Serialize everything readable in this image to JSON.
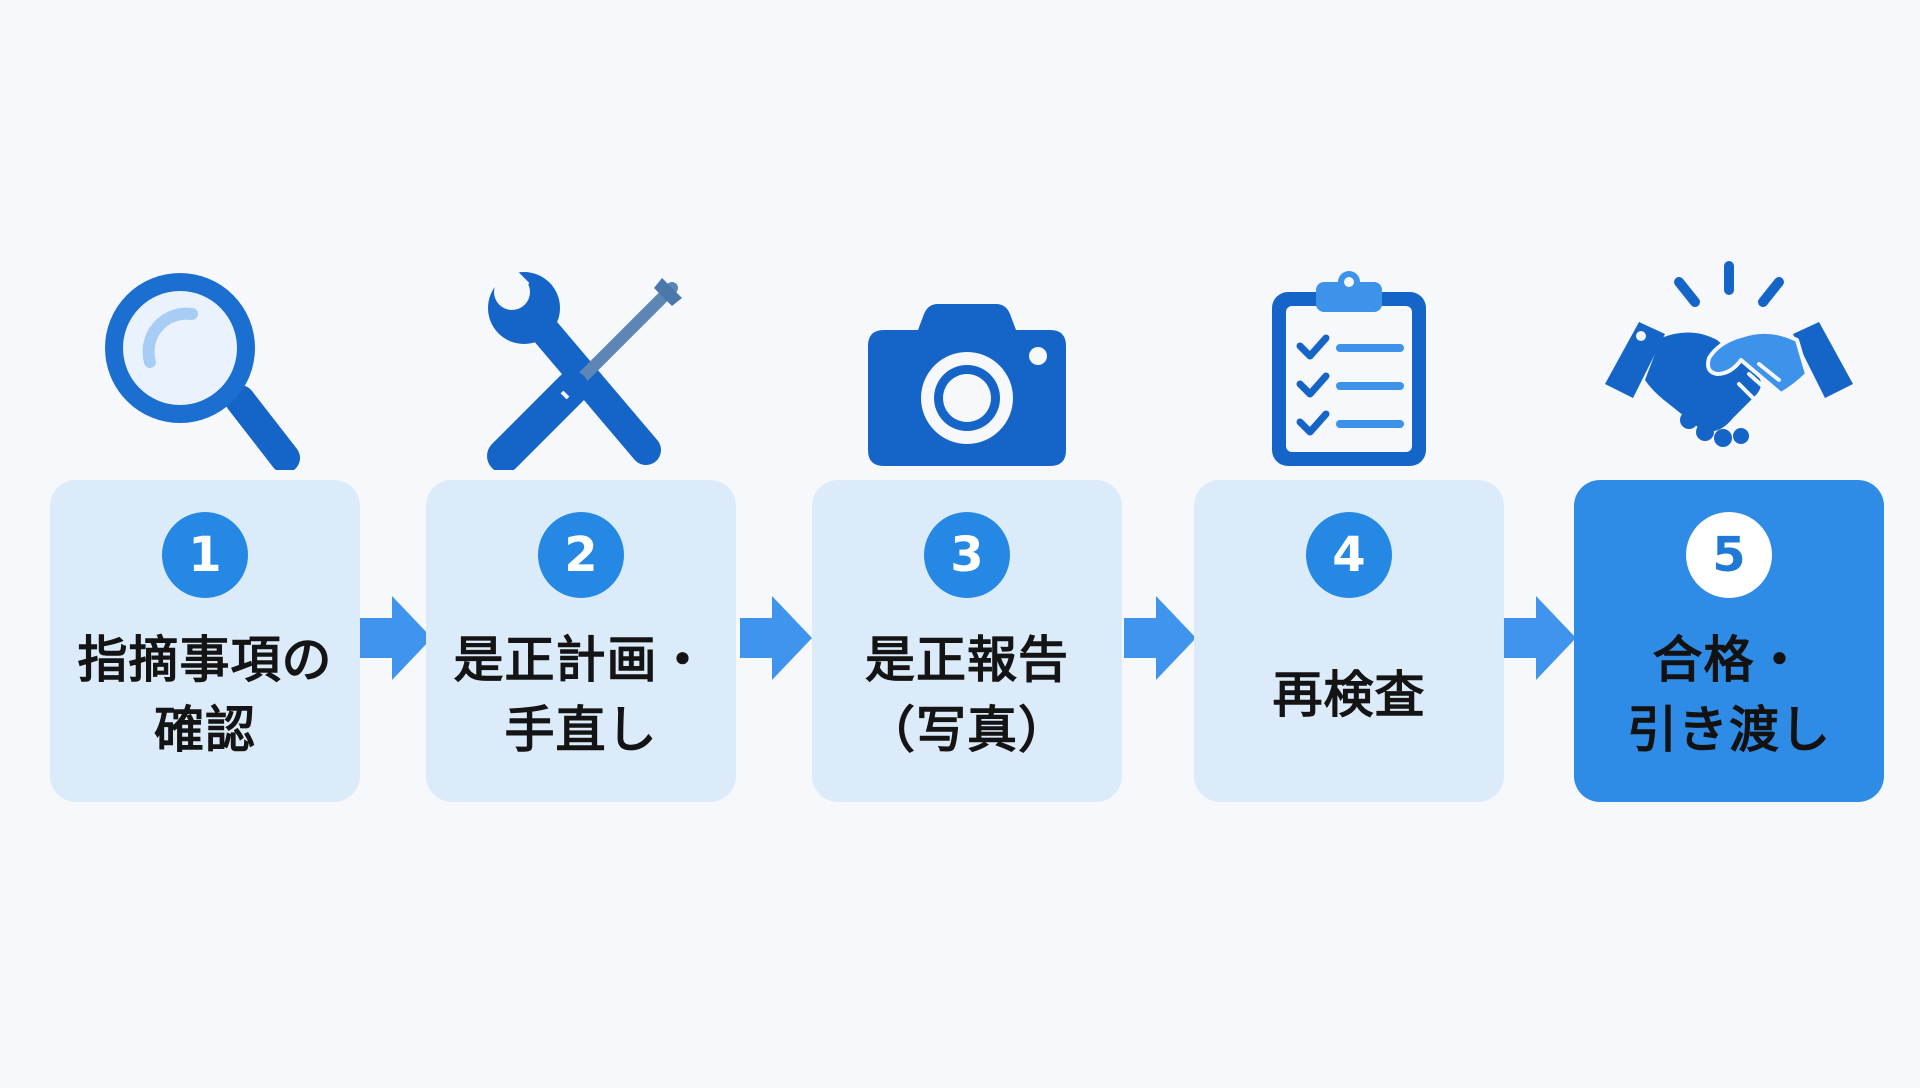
{
  "steps": [
    {
      "number": "1",
      "label_line1": "指摘事項の",
      "label_line2": "確認",
      "icon": "magnifier-icon"
    },
    {
      "number": "2",
      "label_line1": "是正計画・",
      "label_line2": "手直し",
      "icon": "wrench-screwdriver-icon"
    },
    {
      "number": "3",
      "label_line1": "是正報告",
      "label_line2": "（写真）",
      "icon": "camera-icon"
    },
    {
      "number": "4",
      "label_line1": "再検査",
      "label_line2": "",
      "icon": "clipboard-checklist-icon"
    },
    {
      "number": "5",
      "label_line1": "合格・",
      "label_line2": "引き渡し",
      "icon": "handshake-icon"
    }
  ],
  "colors": {
    "background": "#f6f8fb",
    "card": "#dcebfa",
    "card_final": "#2f8ce6",
    "badge": "#2588e4",
    "icon_dark": "#1565c8",
    "icon_light": "#3d92ea",
    "arrow": "#3f94ee",
    "text": "#141414"
  }
}
